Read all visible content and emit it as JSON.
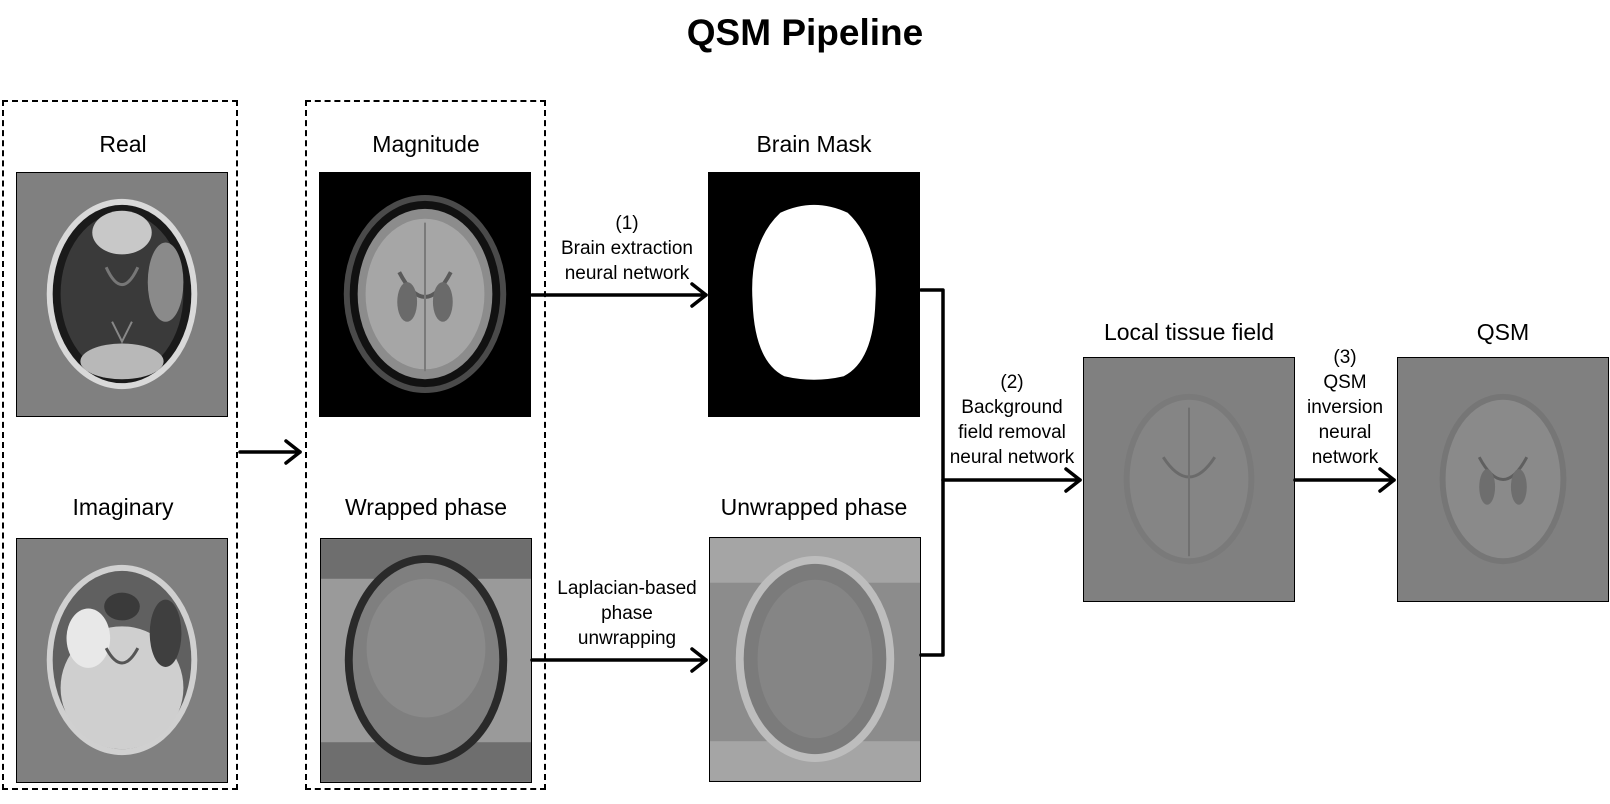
{
  "title": "QSM Pipeline",
  "panels": {
    "real": "Real",
    "imaginary": "Imaginary",
    "magnitude": "Magnitude",
    "wrapped_phase": "Wrapped phase",
    "brain_mask": "Brain Mask",
    "unwrapped_phase": "Unwrapped phase",
    "local_tissue_field": "Local tissue field",
    "qsm": "QSM"
  },
  "steps": {
    "brain_extraction": [
      "(1)",
      "Brain extraction",
      "neural network"
    ],
    "phase_unwrapping": [
      "Laplacian-based",
      "phase",
      "unwrapping"
    ],
    "background_removal": [
      "(2)",
      "Background",
      "field removal",
      "neural network"
    ],
    "qsm_inversion": [
      "(3)",
      "QSM",
      "inversion",
      "neural",
      "network"
    ]
  },
  "colors": {
    "panel_gray": "#808080",
    "panel_black": "#000000",
    "mask_white": "#ffffff"
  }
}
